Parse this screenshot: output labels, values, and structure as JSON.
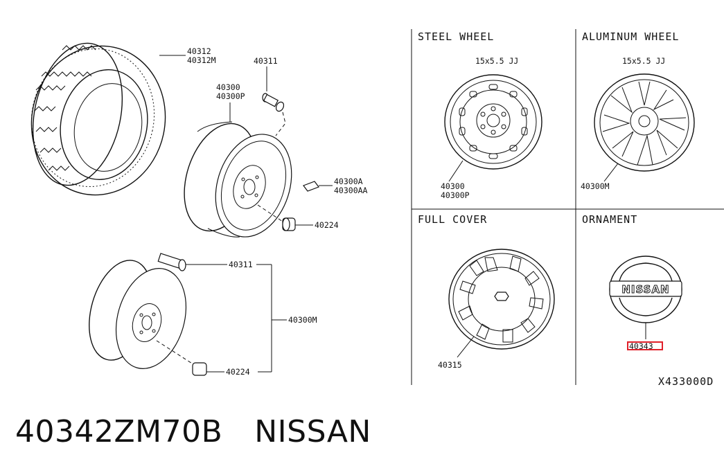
{
  "sections": {
    "steel_wheel": {
      "title": "STEEL WHEEL",
      "size": "15x5.5 JJ",
      "parts": [
        "40300",
        "40300P"
      ]
    },
    "aluminum_wheel": {
      "title": "ALUMINUM WHEEL",
      "size": "15x5.5 JJ",
      "parts": [
        "40300M"
      ]
    },
    "full_cover": {
      "title": "FULL COVER",
      "parts": [
        "40315"
      ]
    },
    "ornament": {
      "title": "ORNAMENT",
      "badge_text": "NISSAN",
      "highlighted_part": "40343"
    }
  },
  "exploded_view": {
    "tire": [
      "40312",
      "40312M"
    ],
    "valve_top": "40311",
    "wheel": [
      "40300",
      "40300P"
    ],
    "weight": [
      "40300A",
      "40300AA"
    ],
    "nut_top": "40224",
    "valve_spare": "40311",
    "spare_wheel": "40300M",
    "nut_spare": "40224"
  },
  "diagram_code": "X433000D",
  "caption": {
    "part_number": "40342ZM70B",
    "brand": "NISSAN"
  },
  "colors": {
    "highlight": "#e0202a",
    "line": "#111111"
  }
}
